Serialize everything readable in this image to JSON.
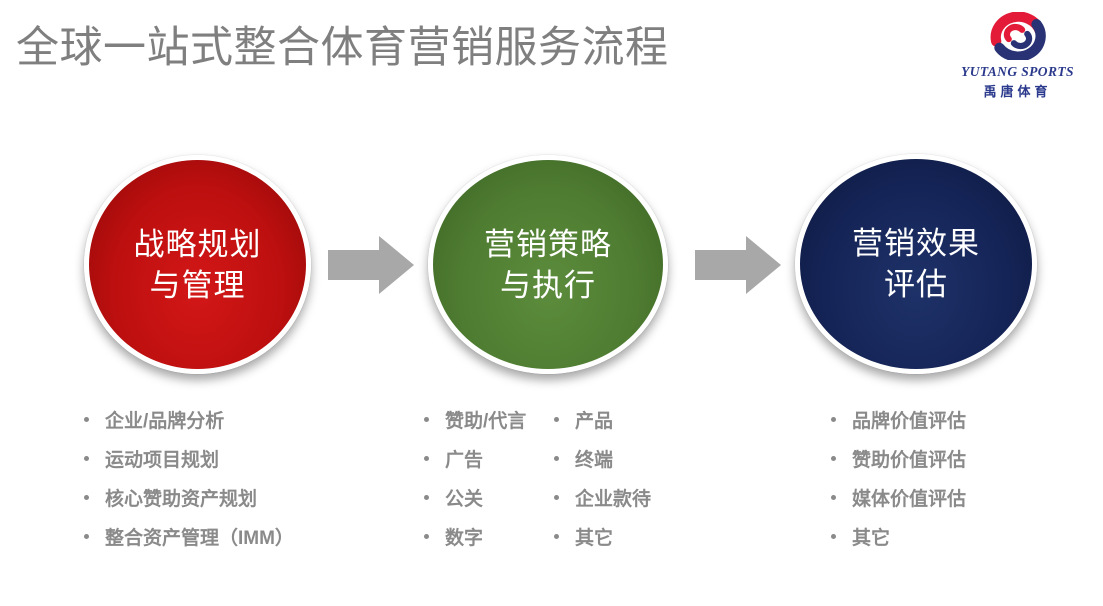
{
  "slide": {
    "title": "全球一站式整合体育营销服务流程",
    "title_color": "#7f7f7f",
    "background": "#ffffff"
  },
  "logo": {
    "icon": "yutang-swirl-icon",
    "en": "YUTANG SPORTS",
    "cn": "禹唐体育",
    "text_color": "#2b3a8c",
    "icon_red": "#e31b38",
    "icon_blue": "#283274"
  },
  "arrow_color": "#a8a8a8",
  "steps": [
    {
      "id": "strategy",
      "label_line1": "战略规划",
      "label_line2": "与管理",
      "color": "#bd0f0f",
      "items": [
        "企业/品牌分析",
        "运动项目规划",
        "核心赞助资产规划",
        "整合资产管理（IMM）"
      ]
    },
    {
      "id": "execution",
      "label_line1": "营销策略",
      "label_line2": "与执行",
      "color": "#4e7c31",
      "items_col1": [
        "赞助/代言",
        "广告",
        "公关",
        "数字"
      ],
      "items_col2": [
        "产品",
        "终端",
        "企业款待",
        "其它"
      ]
    },
    {
      "id": "evaluation",
      "label_line1": "营销效果",
      "label_line2": "评估",
      "color": "#152457",
      "items": [
        "品牌价值评估",
        "赞助价值评估",
        "媒体价值评估",
        "其它"
      ]
    }
  ]
}
